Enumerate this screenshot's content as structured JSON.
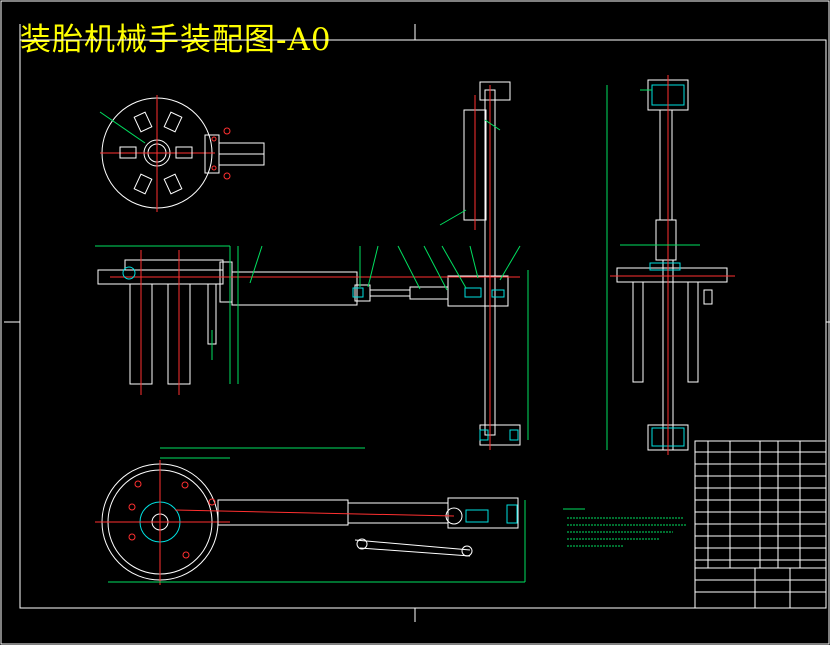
{
  "drawing": {
    "title": "装胎机械手装配图-A0",
    "colors": {
      "background": "#000000",
      "title": "#ffff00",
      "outline": "#ffffff",
      "center_line": "#ff3030",
      "dimension": "#00e060",
      "accent": "#00e0e0"
    }
  },
  "views": [
    "top-view",
    "front-view",
    "side-view",
    "bottom-view"
  ],
  "technical_requirements_visible": true,
  "parts_list_visible": true
}
